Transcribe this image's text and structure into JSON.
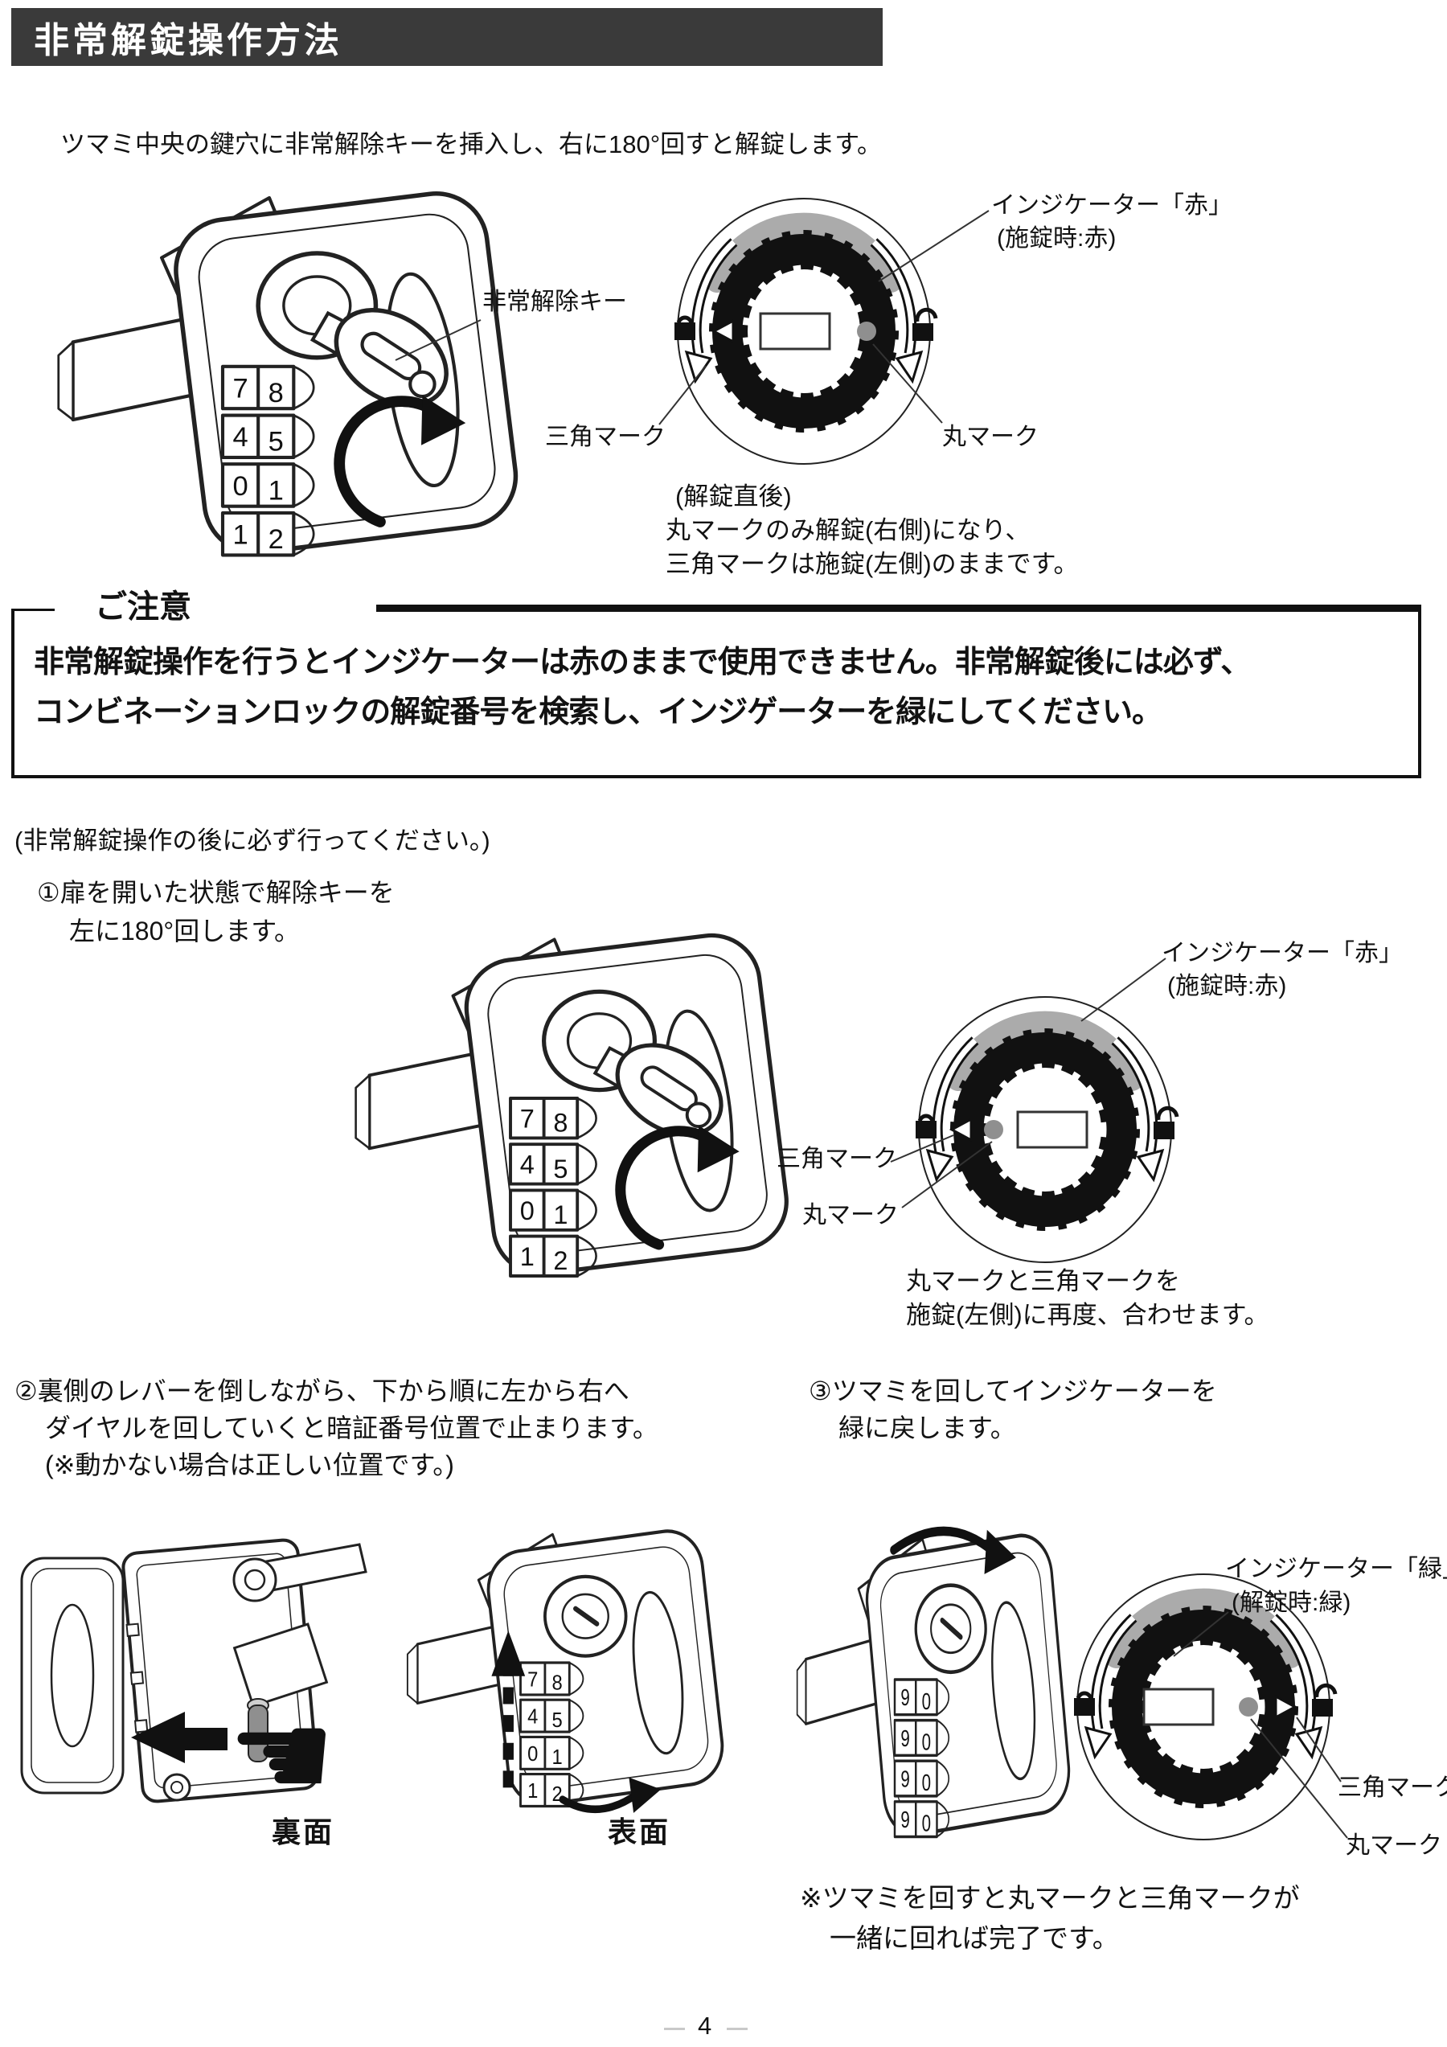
{
  "title": {
    "text": "非常解錠操作方法"
  },
  "intro": "ツマミ中央の鍵穴に非常解除キーを挿入し、右に180°回すと解錠します。",
  "colors": {
    "title_bar": "#3a3a3a",
    "indicator_arc": "#ababab",
    "mark_dot": "#8f8f8f"
  },
  "lock_labels": {
    "emergency_key": "非常解除キー",
    "back": "裏面",
    "front": "表面"
  },
  "dial_numbers": {
    "a": [
      [
        "7",
        "8"
      ],
      [
        "4",
        "5"
      ],
      [
        "0",
        "1"
      ],
      [
        "1",
        "2"
      ]
    ],
    "b": [
      [
        "9",
        "0"
      ],
      [
        "9",
        "0"
      ],
      [
        "9",
        "0"
      ],
      [
        "9",
        "0"
      ]
    ]
  },
  "dial1": {
    "indicator": "インジケーター「赤」",
    "indicator_sub": "(施錠時:赤)",
    "triangle": "三角マーク",
    "circle": "丸マーク",
    "caption": [
      "(解錠直後)",
      "丸マークのみ解錠(右側)になり、",
      "三角マークは施錠(左側)のままです。"
    ]
  },
  "notice": {
    "label": "ご注意",
    "lines": [
      "非常解錠操作を行うとインジケーターは赤のままで使用できません。非常解錠後には必ず、",
      "コンビネーションロックの解錠番号を検索し、インジゲーターを緑にしてください。"
    ]
  },
  "after_notice": "(非常解錠操作の後に必ず行ってください。)",
  "step1": {
    "lines": [
      "①扉を開いた状態で解除キーを",
      "左に180°回します。"
    ]
  },
  "dial2": {
    "indicator": "インジケーター「赤」",
    "indicator_sub": "(施錠時:赤)",
    "triangle": "三角マーク",
    "circle": "丸マーク",
    "caption": [
      "丸マークと三角マークを",
      "施錠(左側)に再度、合わせます。"
    ]
  },
  "step2": {
    "lines": [
      "②裏側のレバーを倒しながら、下から順に左から右へ",
      "ダイヤルを回していくと暗証番号位置で止まります。",
      "(※動かない場合は正しい位置です。)"
    ]
  },
  "step3": {
    "lines": [
      "③ツマミを回してインジケーターを",
      "緑に戻します。"
    ]
  },
  "dial3": {
    "indicator": "インジケーター「緑」",
    "indicator_sub": "(解錠時:緑)",
    "triangle": "三角マーク",
    "circle": "丸マーク",
    "note": [
      "※ツマミを回すと丸マークと三角マークが",
      "一緒に回れば完了です。"
    ]
  },
  "page": {
    "number": "4"
  }
}
